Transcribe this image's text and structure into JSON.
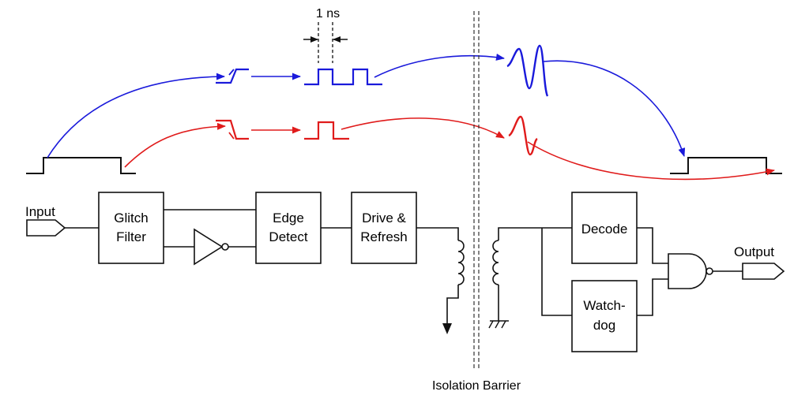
{
  "diagram": {
    "timing_label": "1 ns",
    "barrier_label": "Isolation Barrier",
    "ports": {
      "input": "Input",
      "output": "Output"
    },
    "blocks": {
      "glitch_filter": [
        "Glitch",
        "Filter"
      ],
      "edge_detect": [
        "Edge",
        "Detect"
      ],
      "drive_refresh": [
        "Drive &",
        "Refresh"
      ],
      "decode": [
        "Decode"
      ],
      "watchdog": [
        "Watch-",
        "dog"
      ]
    },
    "colors": {
      "rising_path": "#1a1adb",
      "falling_path": "#e01b1b",
      "line": "#111111"
    }
  }
}
